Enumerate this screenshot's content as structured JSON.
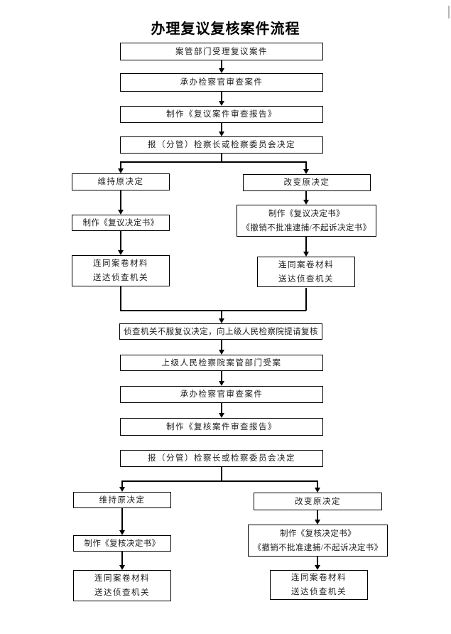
{
  "title": "办理复议复核案件流程",
  "stage1": {
    "receive": "案管部门受理复议案件",
    "officer_review": "承办检察官审查案件",
    "report": "制作《复议案件审查报告》",
    "decision": "报（分管）检察长或检察委员会决定",
    "maintain": "维持原决定",
    "maintain_doc": "制作《复议决定书》",
    "change": "改变原决定",
    "change_doc_line1": "制作《复议决定书》",
    "change_doc_line2": "《撤销不批准逮捕/不起诉决定书》",
    "send_line1": "连同案卷材料",
    "send_line2": "送达侦查机关"
  },
  "stage2": {
    "appeal": "侦查机关不服复议决定，向上级人民检察院提请复核",
    "accept": "上级人民检察院案管部门受案",
    "officer_review": "承办检察官审查案件",
    "report": "制作《复核案件审查报告》",
    "decision": "报（分管）检察长或检察委员会决定",
    "maintain": "维持原决定",
    "maintain_doc": "制作《复核决定书》",
    "change": "改变原决定",
    "change_doc_line1": "制作《复核决定书》",
    "change_doc_line2": "《撤销不批准逮捕/不起诉决定书》",
    "send_line1": "连同案卷材料",
    "send_line2": "送达侦查机关"
  },
  "colors": {
    "box_border": "#000000",
    "connector": "#000000",
    "text": "#1c1c1c",
    "page_background": "#ffffff",
    "corner_mark": "#b5b5b5"
  }
}
